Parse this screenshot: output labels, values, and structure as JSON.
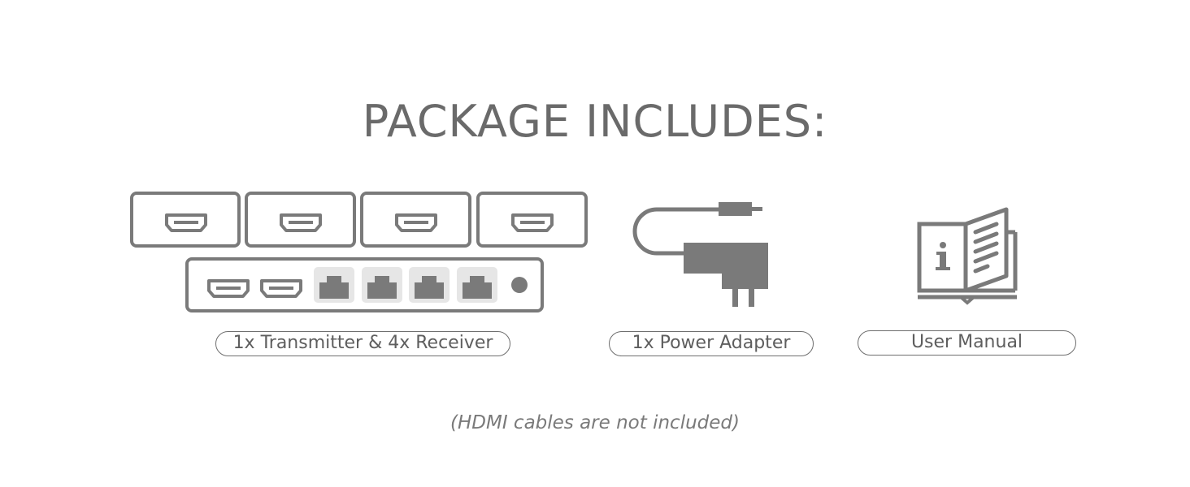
{
  "title": "PACKAGE INCLUDES:",
  "items": [
    {
      "label": "1x Transmitter & 4x Receiver",
      "icon": "transmitter-receivers-icon"
    },
    {
      "label": "1x Power Adapter",
      "icon": "power-adapter-icon"
    },
    {
      "label": "User Manual",
      "icon": "user-manual-icon"
    }
  ],
  "footnote": "(HDMI cables are not included)",
  "colors": {
    "icon": "#7a7a7a",
    "text": "#6a6a6a",
    "port_fill": "#e6e6e6"
  }
}
